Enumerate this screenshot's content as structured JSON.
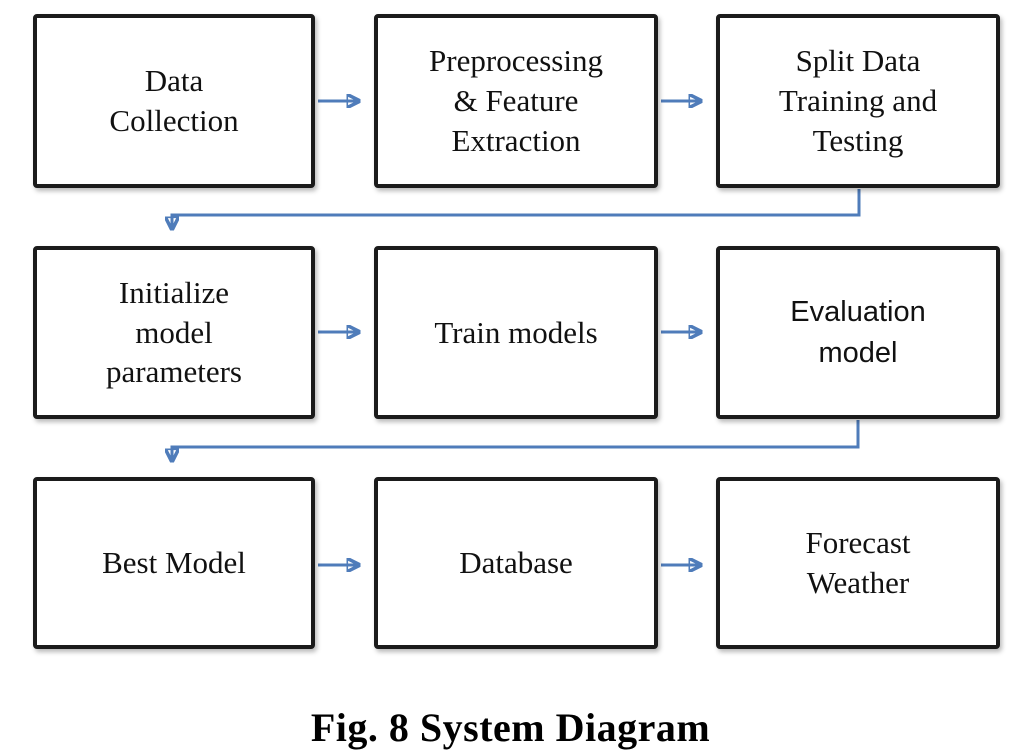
{
  "diagram": {
    "caption": "Fig. 8 System Diagram",
    "colors": {
      "arrow": "#4f7cba",
      "box_border": "#1b1b1b",
      "box_fill": "#ffffff",
      "text": "#111111"
    },
    "boxes": [
      {
        "id": "data-collection",
        "label": "Data\nCollection"
      },
      {
        "id": "preprocessing",
        "label": "Preprocessing\n& Feature\nExtraction"
      },
      {
        "id": "split-data",
        "label": "Split Data\nTraining and\nTesting"
      },
      {
        "id": "initialize-model",
        "label": "Initialize\nmodel\nparameters"
      },
      {
        "id": "train-models",
        "label": "Train models"
      },
      {
        "id": "evaluation-model",
        "label": "Evaluation\nmodel"
      },
      {
        "id": "best-model",
        "label": "Best Model"
      },
      {
        "id": "database",
        "label": "Database"
      },
      {
        "id": "forecast-weather",
        "label": "Forecast\nWeather"
      }
    ]
  }
}
